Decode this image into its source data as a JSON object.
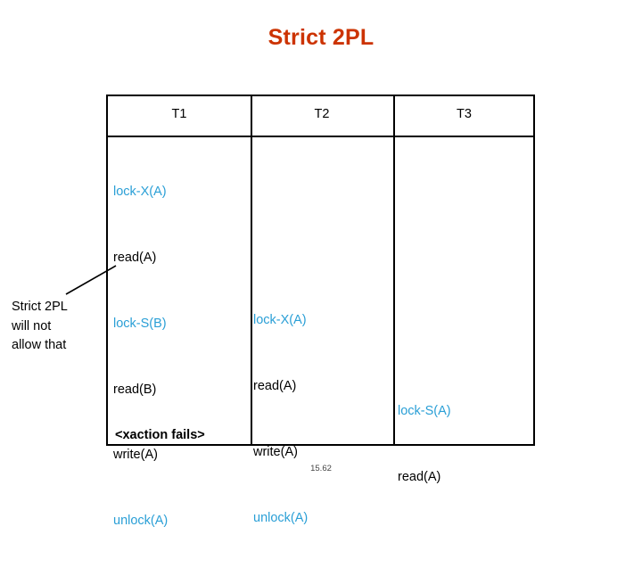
{
  "slide": {
    "title": "Strict 2PL",
    "footer_number": "15.62",
    "annotation": "Strict 2PL\nwill not\nallow that"
  },
  "table": {
    "headers": [
      "T1",
      "T2",
      "T3"
    ],
    "columns": [
      {
        "name": "T1",
        "lines": [
          {
            "text": "lock-X(A)",
            "color": "#2a9fd6"
          },
          {
            "text": "read(A)",
            "color": "#000000"
          },
          {
            "text": "lock-S(B)",
            "color": "#2a9fd6"
          },
          {
            "text": "read(B)",
            "color": "#000000"
          },
          {
            "text": "write(A)",
            "color": "#000000"
          },
          {
            "text": "unlock(A)",
            "color": "#2a9fd6"
          }
        ],
        "footer_note": "<xaction fails>"
      },
      {
        "name": "T2",
        "lines": [
          {
            "text": "lock-X(A)",
            "color": "#2a9fd6"
          },
          {
            "text": "read(A)",
            "color": "#000000"
          },
          {
            "text": "write(A)",
            "color": "#000000"
          },
          {
            "text": "unlock(A)",
            "color": "#2a9fd6"
          }
        ]
      },
      {
        "name": "T3",
        "lines": [
          {
            "text": "lock-S(A)",
            "color": "#2a9fd6"
          },
          {
            "text": "read(A)",
            "color": "#000000"
          }
        ]
      }
    ]
  },
  "colors": {
    "title": "#cc3300",
    "lock_text": "#2a9fd6",
    "body_text": "#000000",
    "border": "#000000"
  }
}
